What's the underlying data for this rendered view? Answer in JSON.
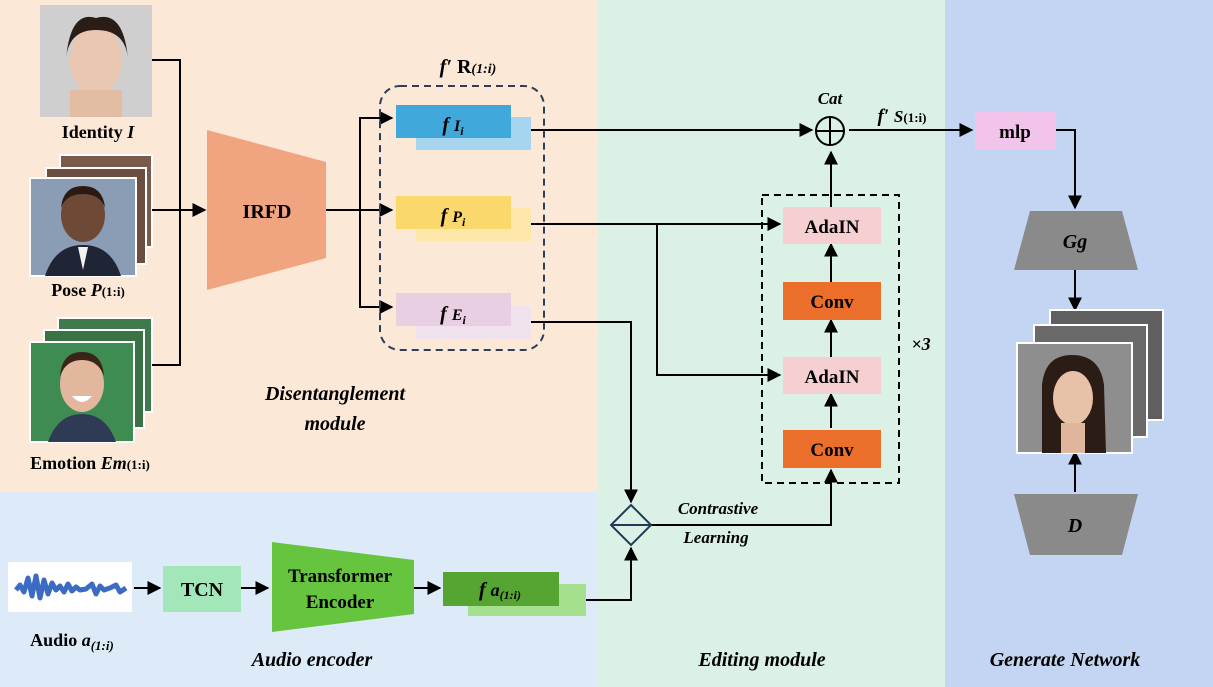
{
  "inputs": {
    "identity": {
      "label": "Identity",
      "symbol": "I"
    },
    "pose": {
      "label": "Pose",
      "symbol": "P",
      "sub": "(1:i)"
    },
    "emotion": {
      "label": "Emotion",
      "symbol": "Em",
      "sub": "(1:i)"
    },
    "audio": {
      "label": "Audio",
      "symbol": "a",
      "sub": "(1:i)"
    }
  },
  "disentangle": {
    "irfd_label": "IRFD",
    "group_label": {
      "f": "f",
      "prime": "′",
      "R": "R",
      "sub": "(1:i)"
    },
    "features": [
      {
        "f": "f",
        "letter": "I",
        "sub": "i",
        "color": "#41a8dc",
        "light": "#a6d6ef"
      },
      {
        "f": "f",
        "letter": "P",
        "sub": "i",
        "color": "#fbd86b",
        "light": "#fde8a9"
      },
      {
        "f": "f",
        "letter": "E",
        "sub": "i",
        "color": "#e8d0e2",
        "light": "#f1e3ee"
      }
    ],
    "module_title_line1": "Disentanglement",
    "module_title_line2": "module"
  },
  "audio_encoder": {
    "tcn_label": "TCN",
    "transformer_line1": "Transformer",
    "transformer_line2": "Encoder",
    "feature": {
      "f": "f",
      "letter": "a",
      "sub": "(1:i)"
    },
    "section_title": "Audio encoder"
  },
  "editing": {
    "cat_label": "Cat",
    "fs_label": {
      "f": "f",
      "prime": "′",
      "letter": "S",
      "sub": "(1:i)"
    },
    "adain_label": "AdaIN",
    "conv_label": "Conv",
    "repeat_label": "×3",
    "contrastive_line1": "Contrastive",
    "contrastive_line2": "Learning",
    "section_title": "Editing module"
  },
  "generate": {
    "mlp_label": "mlp",
    "gg_label": "Gg",
    "d_label": "D",
    "section_title": "Generate Network"
  },
  "colors": {
    "disentangle_bg": "#fce8d6",
    "audio_bg": "#dcebf7",
    "editing_bg": "#dbf1e5",
    "generate_bg": "#c3d5f2",
    "irfd": "#f0a47f",
    "tcn": "#a3e6b9",
    "transformer": "#67c43f",
    "audio_feat": "#56a432",
    "audio_feat_light": "#a5e08e",
    "adain": "#f6cfd3",
    "conv": "#eb6f2a",
    "mlp": "#f2c4ec",
    "gray": "#8a8a8a"
  }
}
